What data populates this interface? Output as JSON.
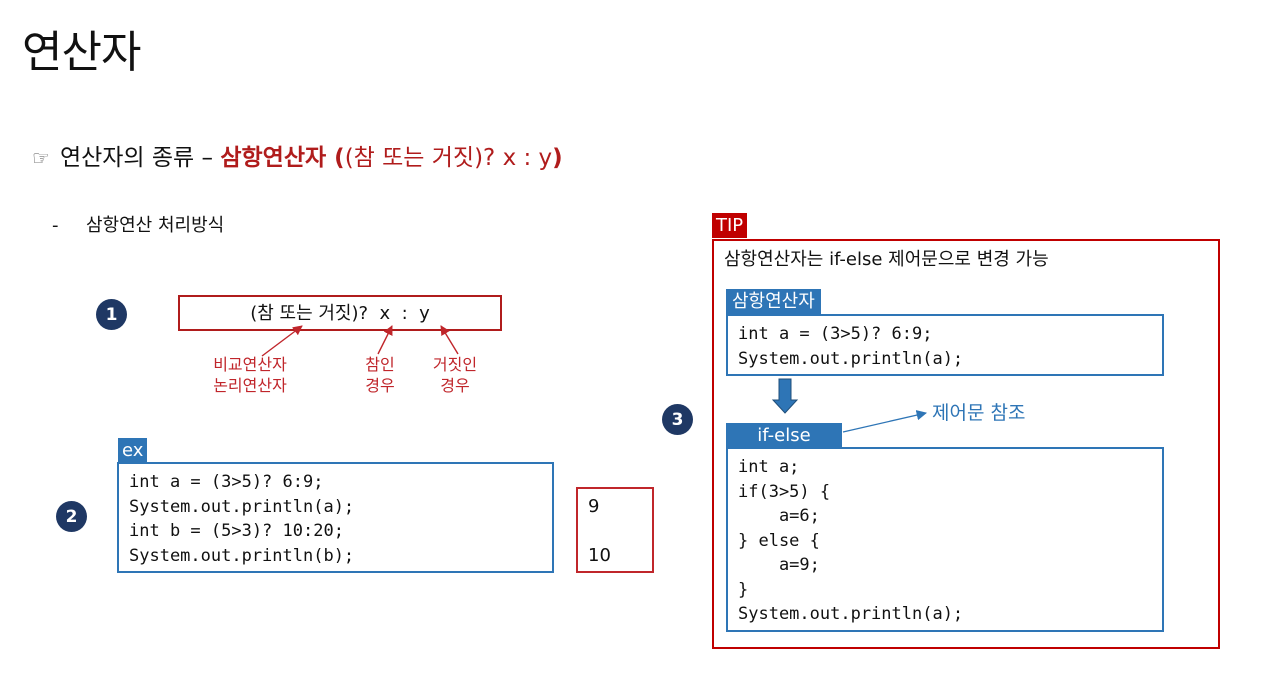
{
  "title": "연산자",
  "heading": {
    "prefix": "연산자의 종류 – ",
    "bold": "삼항연산자",
    "paren_open": " (",
    "expr": "(참 또는 거짓)? x : y",
    "paren_close": ")"
  },
  "bullet": {
    "dash": "-",
    "text": "삼항연산 처리방식"
  },
  "step1": {
    "number": "1",
    "syntax": "(참 또는 거짓)?  x  :  y",
    "labels": {
      "condition_line1": "비교연산자",
      "condition_line2": "논리연산자",
      "true_line1": "참인",
      "true_line2": "경우",
      "false_line1": "거짓인",
      "false_line2": "경우"
    }
  },
  "step2": {
    "number": "2",
    "tag": "ex",
    "code": "int a = (3>5)? 6:9;\nSystem.out.println(a);\nint b = (5>3)? 10:20;\nSystem.out.println(b);",
    "results": [
      "9",
      "10"
    ]
  },
  "step3": {
    "number": "3",
    "tip_tag": "TIP",
    "tip_text": "삼항연산자는 if-else 제어문으로 변경 가능",
    "ternary_tag": "삼항연산자",
    "ternary_code": "int a = (3>5)? 6:9;\nSystem.out.println(a);",
    "ifelse_tag": "if-else",
    "ifelse_code": "int a;\nif(3>5) {\n    a=6;\n} else {\n    a=9;\n}\nSystem.out.println(a);",
    "reference": "제어문 참조"
  },
  "colors": {
    "accent_red": "#c00000",
    "accent_blue": "#2e75b6",
    "step_circle": "#1f3864"
  }
}
